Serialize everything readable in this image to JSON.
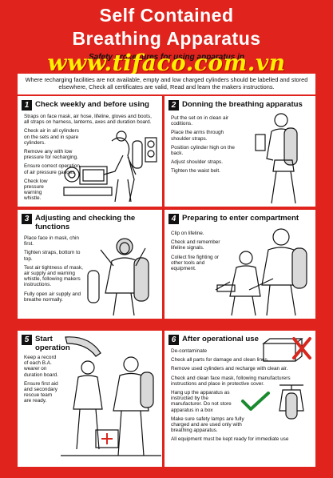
{
  "header": {
    "title_line1": "Self Contained",
    "title_line2": "Breathing Apparatus",
    "subtitle": "Safety procedures for using apparatus in",
    "watermark": "www.tifaco.com.vn"
  },
  "intro": "Where recharging facilities are not available, empty and low charged cylinders should be labelled and stored elsewhere, Check all certificates are valid, Read and learn the makers instructions.",
  "colors": {
    "background": "#e0231c",
    "panel": "#ffffff",
    "watermark": "#ffef00",
    "number_badge": "#111111",
    "cross": "#d8281e",
    "check": "#1a8a2e"
  },
  "panels": [
    {
      "number": "1",
      "title": "Check weekly and before using",
      "steps": [
        "Straps on face mask, air hose, lifeline, gloves and boots, all straps on harness, lanterns, axes and duration board.",
        "Check air in all cylinders on the sets and in spare cylinders.",
        "Remove any with low pressure for recharging.",
        "Ensure correct operation of air pressure gauges",
        "Check low pressure warning whistle."
      ]
    },
    {
      "number": "2",
      "title": "Donning the breathing apparatus",
      "steps": [
        "Put the set on in clean air coditions.",
        "Place the arms through shoulder straps.",
        "Position cylinder high on the back.",
        "Adjust shoulder straps.",
        "Tighten the waist belt."
      ]
    },
    {
      "number": "3",
      "title": "Adjusting and checking the functions",
      "steps": [
        "Place face in mask, chin first.",
        "Tighten straps, bottom to top.",
        "Test air tightness of mask, air supply and warning whistle, following makers instructions.",
        "Fully open air supply and breathe normally."
      ]
    },
    {
      "number": "4",
      "title": "Preparing to enter compartment",
      "steps": [
        "Clip on lifeline.",
        "Check and remember lifeline signals.",
        "Collect fire fighting or other tools and equipment."
      ]
    },
    {
      "number": "5",
      "title": "Start operation",
      "steps": [
        "Keep a record of each B.A. wearer on duration board.",
        "Ensure first aid and secondary rescue team are ready."
      ]
    },
    {
      "number": "6",
      "title": "After operational use",
      "steps": [
        "De-contaminate",
        "Check all parts for damage and clean lines.",
        "Remove used cylinders and recharge with clean air.",
        "Check and clean face mask, following manufacturers instructions and place in protective cover.",
        "Hang up the apparatus as instructed by the manufacturer. Do not store apparatus in a box",
        "Make sure safety lamps are fully charged and are used only with breathing apparatus.",
        "All equipment must be kept ready for immediate use"
      ]
    }
  ],
  "icons": {
    "panel1": "worker-checking-equipment-icon",
    "panel2": "worker-donning-apparatus-icon",
    "panel3": "worker-adjusting-mask-icon",
    "panel4": "two-workers-with-tools-icon",
    "panel5": "rescue-team-icon",
    "panel6_box": "storage-box-icon",
    "panel6_cross": "cross-mark-icon",
    "panel6_check": "check-mark-icon"
  }
}
